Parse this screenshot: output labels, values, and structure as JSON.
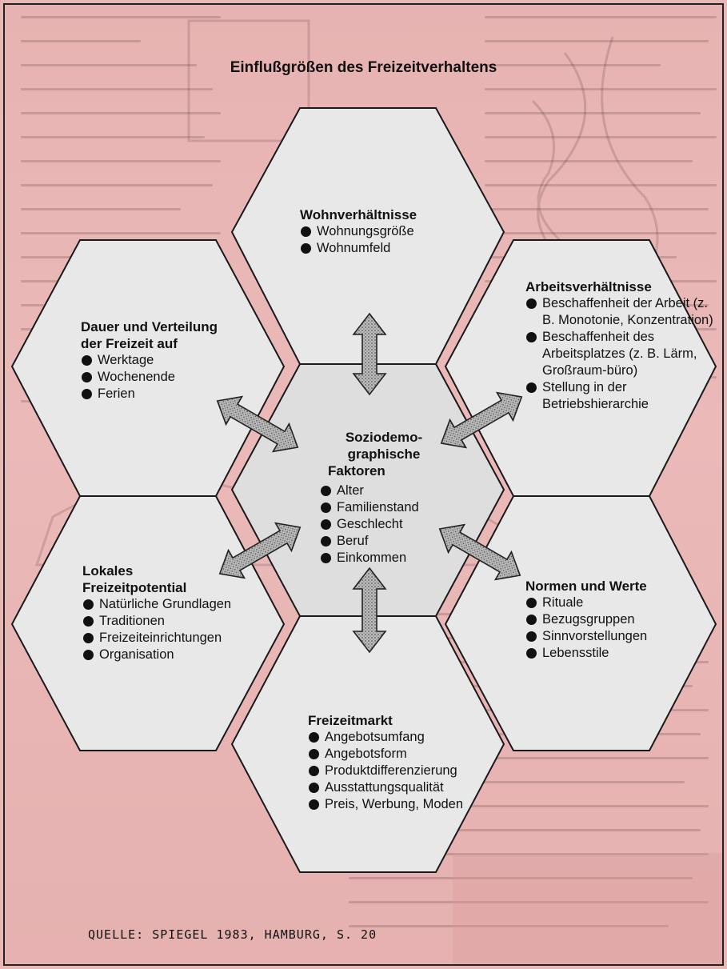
{
  "title": "Einflußgrößen des Freizeitverhaltens",
  "center": {
    "heading": [
      "Soziodemo-",
      "graphische",
      "Faktoren"
    ],
    "items": [
      "Alter",
      "Familienstand",
      "Geschlecht",
      "Beruf",
      "Einkommen"
    ]
  },
  "hexagons": [
    {
      "id": "wohn",
      "heading": [
        "Wohnverhältnisse"
      ],
      "items": [
        "Wohnungsgröße",
        "Wohnumfeld"
      ]
    },
    {
      "id": "arbeit",
      "heading": [
        "Arbeitsverhältnisse"
      ],
      "items": [
        "Beschaffenheit der Arbeit (z. B. Monotonie, Konzentration)",
        "Beschaffenheit des Arbeitsplatzes (z. B. Lärm, Großraum-büro)",
        "Stellung in der Betriebshierarchie"
      ]
    },
    {
      "id": "normen",
      "heading": [
        "Normen und Werte"
      ],
      "items": [
        "Rituale",
        "Bezugsgruppen",
        "Sinnvorstellungen",
        "Lebensstile"
      ]
    },
    {
      "id": "markt",
      "heading": [
        "Freizeitmarkt"
      ],
      "items": [
        "Angebotsumfang",
        "Angebotsform",
        "Produktdifferenzierung",
        "Ausstattungsqualität",
        "Preis, Werbung, Moden"
      ]
    },
    {
      "id": "lokal",
      "heading": [
        "Lokales",
        "Freizeitpotential"
      ],
      "items": [
        "Natürliche Grundlagen",
        "Traditionen",
        "Freizeiteinrichtungen",
        "Organisation"
      ]
    },
    {
      "id": "dauer",
      "heading": [
        "Dauer und Verteilung",
        "der Freizeit auf"
      ],
      "items": [
        "Werktage",
        "Wochenende",
        "Ferien"
      ]
    }
  ],
  "source": "QUELLE: SPIEGEL 1983, HAMBURG, S. 20",
  "colors": {
    "page": "#e9b8b6",
    "hex_fill": "#e8e8e8",
    "ink": "#111111"
  }
}
